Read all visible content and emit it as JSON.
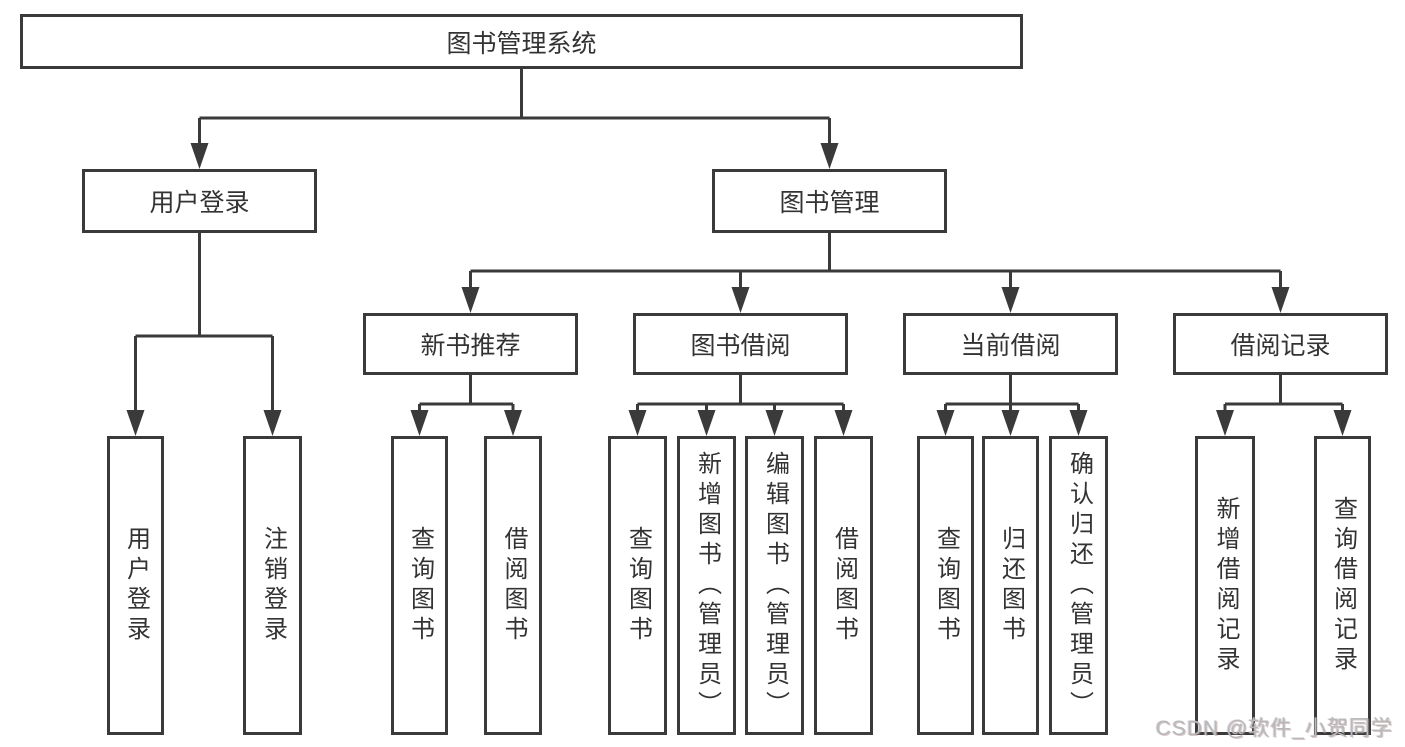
{
  "diagram": {
    "root": {
      "label": "图书管理系统"
    },
    "user_login": {
      "label": "用户登录",
      "children": [
        {
          "label": "用户登录"
        },
        {
          "label": "注销登录"
        }
      ]
    },
    "book_management": {
      "label": "图书管理",
      "sections": [
        {
          "label": "新书推荐",
          "children": [
            {
              "label": "查询图书"
            },
            {
              "label": "借阅图书"
            }
          ]
        },
        {
          "label": "图书借阅",
          "children": [
            {
              "label": "查询图书"
            },
            {
              "label": "新增图书（管理员）"
            },
            {
              "label": "编辑图书（管理员）"
            },
            {
              "label": "借阅图书"
            }
          ]
        },
        {
          "label": "当前借阅",
          "children": [
            {
              "label": "查询图书"
            },
            {
              "label": "归还图书"
            },
            {
              "label": "确认归还（管理员）"
            }
          ]
        },
        {
          "label": "借阅记录",
          "children": [
            {
              "label": "新增借阅记录"
            },
            {
              "label": "查询借阅记录"
            }
          ]
        }
      ]
    },
    "watermark": "CSDN @软件_小贺同学",
    "colors": {
      "line": "#3a3a3a",
      "text": "#333333",
      "background": "#ffffff",
      "watermark": "#b9b9b9"
    }
  }
}
